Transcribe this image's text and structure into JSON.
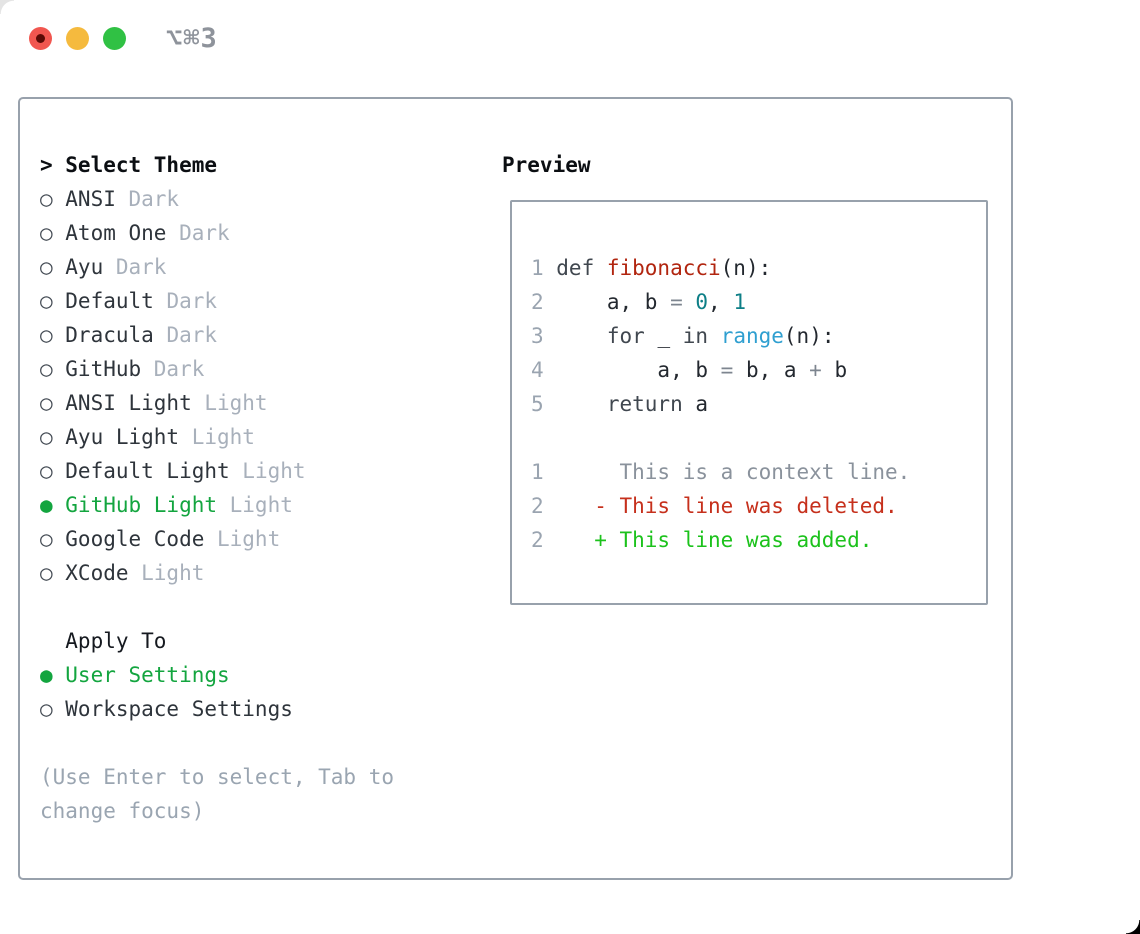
{
  "titlebar": {
    "title": "⌥⌘3"
  },
  "glyphs": {
    "cursor": ">",
    "radio_selected": "●",
    "radio_unselected": "○"
  },
  "theme_list": {
    "header": "Select Theme",
    "items": [
      {
        "name": "ANSI",
        "variant": "Dark",
        "selected": false
      },
      {
        "name": "Atom One",
        "variant": "Dark",
        "selected": false
      },
      {
        "name": "Ayu",
        "variant": "Dark",
        "selected": false
      },
      {
        "name": "Default",
        "variant": "Dark",
        "selected": false
      },
      {
        "name": "Dracula",
        "variant": "Dark",
        "selected": false
      },
      {
        "name": "GitHub",
        "variant": "Dark",
        "selected": false
      },
      {
        "name": "ANSI Light",
        "variant": "Light",
        "selected": false
      },
      {
        "name": "Ayu Light",
        "variant": "Light",
        "selected": false
      },
      {
        "name": "Default Light",
        "variant": "Light",
        "selected": false
      },
      {
        "name": "GitHub Light",
        "variant": "Light",
        "selected": true
      },
      {
        "name": "Google Code",
        "variant": "Light",
        "selected": false
      },
      {
        "name": "XCode",
        "variant": "Light",
        "selected": false
      }
    ]
  },
  "apply_to": {
    "header": "Apply To",
    "options": [
      {
        "name": "User Settings",
        "selected": true
      },
      {
        "name": "Workspace Settings",
        "selected": false
      }
    ]
  },
  "help_lines": [
    "(Use Enter to select, Tab to",
    "change focus)"
  ],
  "preview": {
    "header": "Preview",
    "code_lines": [
      {
        "num": "1",
        "tokens": [
          {
            "text": "def ",
            "cls": "kw"
          },
          {
            "text": "fibonacci",
            "cls": "fn"
          },
          {
            "text": "(n):",
            "cls": "pl"
          }
        ]
      },
      {
        "num": "2",
        "tokens": [
          {
            "text": "    a, b ",
            "cls": "pl"
          },
          {
            "text": "= ",
            "cls": "op"
          },
          {
            "text": "0",
            "cls": "num"
          },
          {
            "text": ", ",
            "cls": "pl"
          },
          {
            "text": "1",
            "cls": "num"
          }
        ]
      },
      {
        "num": "3",
        "tokens": [
          {
            "text": "    ",
            "cls": "pl"
          },
          {
            "text": "for",
            "cls": "kw"
          },
          {
            "text": " _ ",
            "cls": "pl"
          },
          {
            "text": "in",
            "cls": "kw"
          },
          {
            "text": " ",
            "cls": "pl"
          },
          {
            "text": "range",
            "cls": "bi"
          },
          {
            "text": "(n):",
            "cls": "pl"
          }
        ]
      },
      {
        "num": "4",
        "tokens": [
          {
            "text": "        a, b ",
            "cls": "pl"
          },
          {
            "text": "= ",
            "cls": "op"
          },
          {
            "text": "b, a ",
            "cls": "pl"
          },
          {
            "text": "+ ",
            "cls": "op"
          },
          {
            "text": "b",
            "cls": "pl"
          }
        ]
      },
      {
        "num": "5",
        "tokens": [
          {
            "text": "    ",
            "cls": "pl"
          },
          {
            "text": "return",
            "cls": "kw"
          },
          {
            "text": " a",
            "cls": "pl"
          }
        ]
      }
    ],
    "diff_lines": [
      {
        "num": "1",
        "marker": " ",
        "text": "This is a context line.",
        "type": "context"
      },
      {
        "num": "2",
        "marker": "-",
        "text": "This line was deleted.",
        "type": "deleted"
      },
      {
        "num": "2",
        "marker": "+",
        "text": "This line was added.",
        "type": "added"
      }
    ]
  },
  "colors": {
    "accent_green": "#13a53f",
    "diff_added": "#1cc21c",
    "diff_deleted": "#c6301c",
    "diff_context": "#8a929c",
    "function_red": "#b1250f",
    "number_teal": "#0e7f87",
    "builtin_blue": "#2f9fd0",
    "muted_gray": "#a8b0bb",
    "border_gray": "#98a1ac",
    "traffic_red": "#f1564f",
    "traffic_yellow": "#f5ba3e",
    "traffic_green": "#30c144"
  }
}
